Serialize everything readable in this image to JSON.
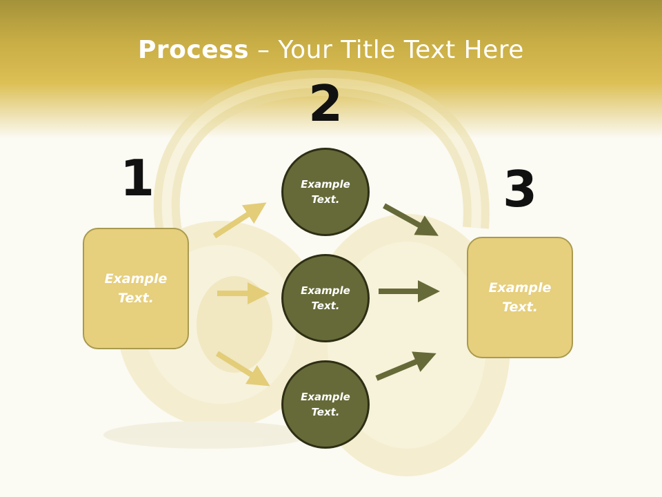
{
  "title": {
    "bold": "Process",
    "rest": " – Your Title Text Here"
  },
  "steps": {
    "n1": "1",
    "n2": "2",
    "n3": "3"
  },
  "left_box": {
    "line1": "Example",
    "line2": "Text."
  },
  "right_box": {
    "line1": "Example",
    "line2": "Text."
  },
  "circles": [
    {
      "line1": "Example",
      "line2": "Text."
    },
    {
      "line1": "Example",
      "line2": "Text."
    },
    {
      "line1": "Example",
      "line2": "Text."
    }
  ],
  "colors": {
    "header": "#d4b94e",
    "box_fill": "#e6cf7d",
    "circle_fill": "#666a38",
    "arrow_light": "#e3cd78",
    "arrow_dark": "#666a38"
  },
  "background_image": "headphones"
}
